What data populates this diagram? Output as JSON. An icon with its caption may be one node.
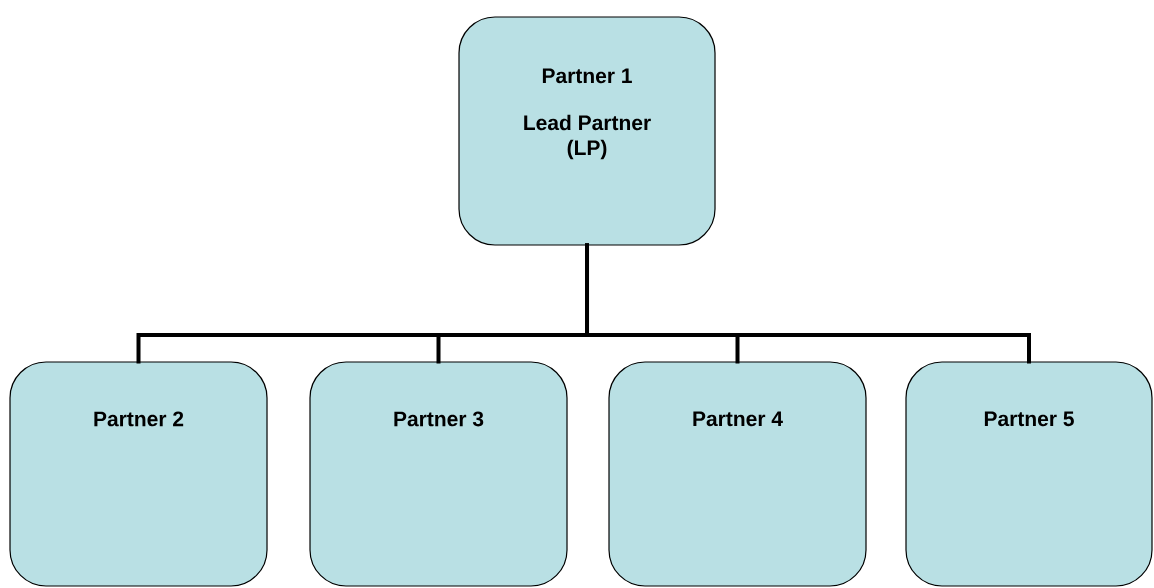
{
  "diagram": {
    "nodes": [
      {
        "text": [
          "Partner 1",
          "Lead Partner (LP)"
        ]
      },
      {
        "text": [
          "Partner 2"
        ]
      },
      {
        "text": [
          "Partner 3"
        ]
      },
      {
        "text": [
          "Partner 4"
        ]
      },
      {
        "text": [
          "Partner 5"
        ]
      }
    ],
    "edges": [
      {
        "from": 0,
        "to": 1,
        "arrow": "none"
      },
      {
        "from": 0,
        "to": 2,
        "arrow": "none"
      },
      {
        "from": 0,
        "to": 3,
        "arrow": "none"
      },
      {
        "from": 0,
        "to": 4,
        "arrow": "none"
      }
    ]
  }
}
